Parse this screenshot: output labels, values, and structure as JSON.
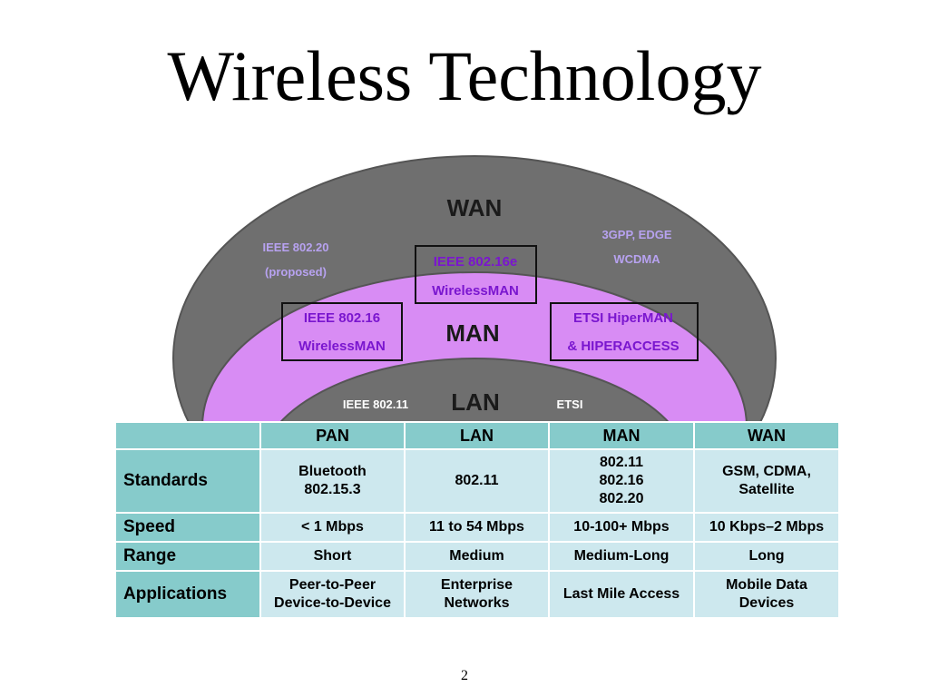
{
  "title": "Wireless Technology",
  "page_number": "2",
  "colors": {
    "wan_fill": "#6f6f6f",
    "man_fill": "#d88cf4",
    "lan_fill": "#6f6f6f",
    "label_purple_light": "#b7a2f0",
    "label_purple": "#7a16cf",
    "header_fill": "#86cbcb",
    "cell_fill": "#cde8ee"
  },
  "diagram": {
    "wan": {
      "label": "WAN",
      "left_note": [
        "IEEE 802.20",
        "(proposed)"
      ],
      "right_note": [
        "3GPP, EDGE",
        "WCDMA"
      ],
      "box": [
        "IEEE 802.16e",
        "WirelessMAN"
      ]
    },
    "man": {
      "label": "MAN",
      "left_box": [
        "IEEE 802.16",
        "WirelessMAN"
      ],
      "right_box": [
        "ETSI HiperMAN",
        "& HIPERACCESS"
      ]
    },
    "lan": {
      "label": "LAN",
      "left_note": "IEEE 802.11",
      "right_note": "ETSI"
    }
  },
  "table": {
    "columns": [
      "PAN",
      "LAN",
      "MAN",
      "WAN"
    ],
    "rows": [
      {
        "label": "Standards",
        "cells": [
          [
            "Bluetooth",
            "802.15.3"
          ],
          [
            "802.11"
          ],
          [
            "802.11",
            "802.16",
            "802.20"
          ],
          [
            "GSM, CDMA,",
            "Satellite"
          ]
        ]
      },
      {
        "label": "Speed",
        "cells": [
          [
            "< 1 Mbps"
          ],
          [
            "11 to 54 Mbps"
          ],
          [
            "10-100+ Mbps"
          ],
          [
            "10 Kbps–2 Mbps"
          ]
        ]
      },
      {
        "label": "Range",
        "cells": [
          [
            "Short"
          ],
          [
            "Medium"
          ],
          [
            "Medium-Long"
          ],
          [
            "Long"
          ]
        ]
      },
      {
        "label": "Applications",
        "cells": [
          [
            "Peer-to-Peer",
            "Device-to-Device"
          ],
          [
            "Enterprise",
            "Networks"
          ],
          [
            "Last Mile Access"
          ],
          [
            "Mobile Data",
            "Devices"
          ]
        ]
      }
    ]
  }
}
